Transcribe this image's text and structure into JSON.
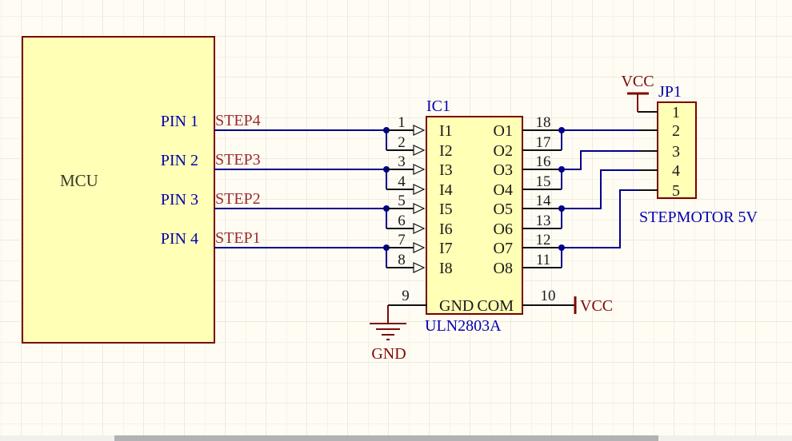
{
  "colors": {
    "background": "#FFFCF4",
    "grid_major": "#EDEAE0",
    "grid_minor": "#F5F2EB",
    "component_fill": "#FFFFB5",
    "component_border": "#7A0000",
    "wire_blue": "#00008B",
    "pin_black": "#101010",
    "label_blue": "#0202AE",
    "net_red": "#9B2B2B",
    "power_red": "#7D0902",
    "text_dark": "#1A1A1A",
    "mcu_text": "#3A3A2E",
    "scrollbar_track": "#F1F0ED",
    "scrollbar_thumb": "#B2B2B2"
  },
  "mcu": {
    "label": "MCU",
    "pins": [
      {
        "name": "PIN 1",
        "net": "STEP4"
      },
      {
        "name": "PIN 2",
        "net": "STEP3"
      },
      {
        "name": "PIN 3",
        "net": "STEP2"
      },
      {
        "name": "PIN 4",
        "net": "STEP1"
      }
    ]
  },
  "ic": {
    "designator": "IC1",
    "part": "ULN2803A",
    "inputs": [
      {
        "pin": "1",
        "name": "I1"
      },
      {
        "pin": "2",
        "name": "I2"
      },
      {
        "pin": "3",
        "name": "I3"
      },
      {
        "pin": "4",
        "name": "I4"
      },
      {
        "pin": "5",
        "name": "I5"
      },
      {
        "pin": "6",
        "name": "I6"
      },
      {
        "pin": "7",
        "name": "I7"
      },
      {
        "pin": "8",
        "name": "I8"
      }
    ],
    "outputs": [
      {
        "pin": "18",
        "name": "O1"
      },
      {
        "pin": "17",
        "name": "O2"
      },
      {
        "pin": "16",
        "name": "O3"
      },
      {
        "pin": "15",
        "name": "O4"
      },
      {
        "pin": "14",
        "name": "O5"
      },
      {
        "pin": "13",
        "name": "O6"
      },
      {
        "pin": "12",
        "name": "O7"
      },
      {
        "pin": "11",
        "name": "O8"
      }
    ],
    "gnd_pin": {
      "pin": "9",
      "name": "GND"
    },
    "com_pin": {
      "pin": "10",
      "name": "COM"
    }
  },
  "connector": {
    "designator": "JP1",
    "description": "STEPMOTOR 5V",
    "pins": [
      "1",
      "2",
      "3",
      "4",
      "5"
    ]
  },
  "power": {
    "vcc_label": "VCC",
    "gnd_label": "GND"
  }
}
